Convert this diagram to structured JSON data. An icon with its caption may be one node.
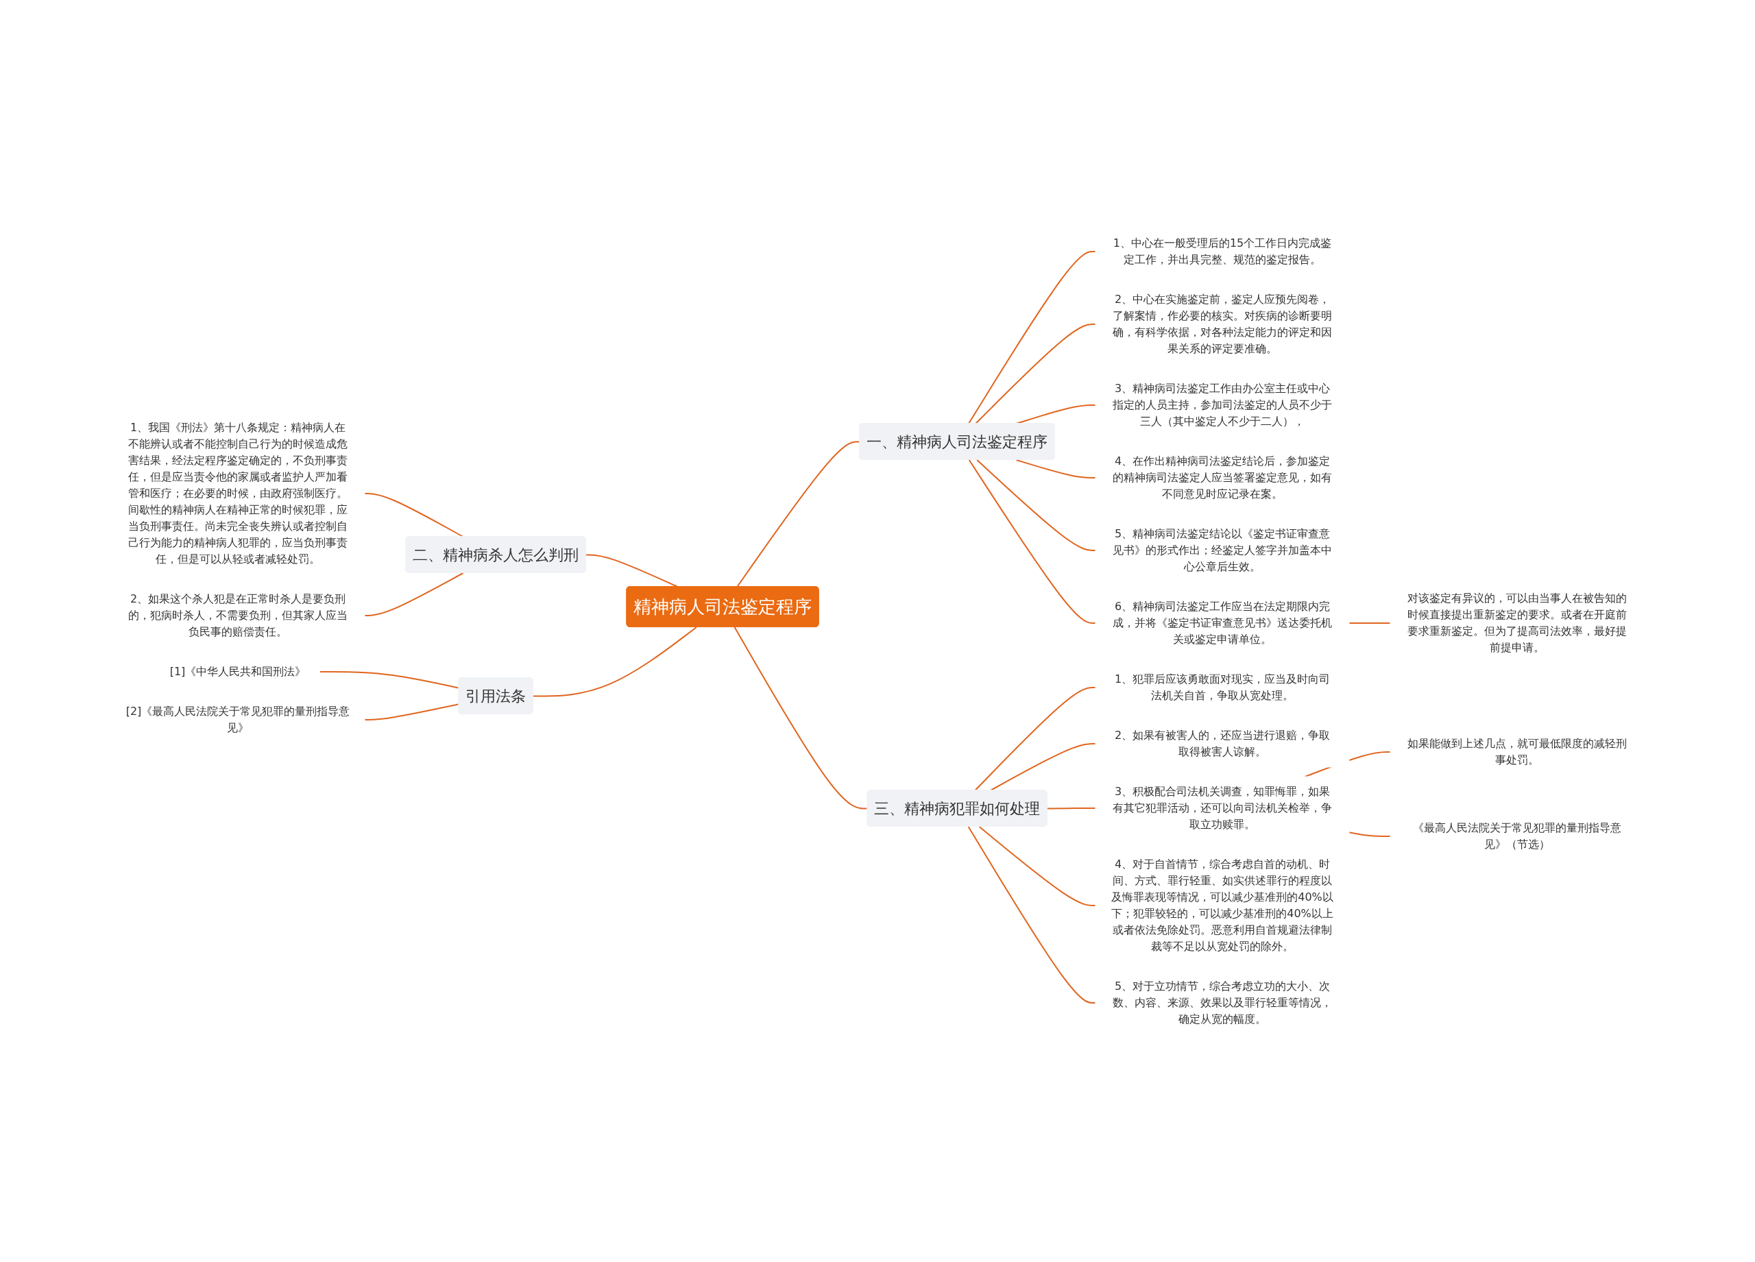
{
  "diagram": {
    "nodes": [
      {
        "text": [
          "精神病人司法鉴定程序"
        ]
      },
      {
        "text": [
          "一、精神病人司法鉴定程序"
        ]
      },
      {
        "text": [
          "1、中心在一般受理后的15个工作日内完成鉴定工作，并出具完整、规范的鉴定报告。"
        ]
      },
      {
        "text": [
          "2、中心在实施鉴定前，鉴定人应预先阅卷，了解案情，作必要的核实。对疾病的诊断要明确，有科学依据，对各种法定能力的评定和因果关系的评定要准确。"
        ]
      },
      {
        "text": [
          "3、精神病司法鉴定工作由办公室主任或中心指定的人员主持，参加司法鉴定的人员不少于三人（其中鉴定人不少于二人），"
        ]
      },
      {
        "text": [
          "4、在作出精神病司法鉴定结论后，参加鉴定的精神病司法鉴定人应当签署鉴定意见，如有不同意见时应记录在案。"
        ]
      },
      {
        "text": [
          "5、精神病司法鉴定结论以《鉴定书证审查意见书》的形式作出；经鉴定人签字并加盖本中心公章后生效。"
        ]
      },
      {
        "text": [
          "6、精神病司法鉴定工作应当在法定期限内完成，并将《鉴定书证审查意见书》送达委托机关或鉴定申请单位。"
        ]
      },
      {
        "text": [
          "对该鉴定有异议的，可以由当事人在被告知的时候直接提出重新鉴定的要求。或者在开庭前要求重新鉴定。但为了提高司法效率，最好提前提申请。"
        ]
      },
      {
        "text": [
          "三、精神病犯罪如何处理"
        ]
      },
      {
        "text": [
          "1、犯罪后应该勇敢面对现实，应当及时向司法机关自首，争取从宽处理。"
        ]
      },
      {
        "text": [
          "2、如果有被害人的，还应当进行退赔，争取取得被害人谅解。"
        ]
      },
      {
        "text": [
          "3、积极配合司法机关调查，知罪悔罪，如果有其它犯罪活动，还可以向司法机关检举，争取立功赎罪。"
        ]
      },
      {
        "text": [
          "4、对于自首情节，综合考虑自首的动机、时间、方式、罪行轻重、如实供述罪行的程度以及悔罪表现等情况，可以减少基准刑的40%以下；犯罪较轻的，可以减少基准刑的40%以上或者依法免除处罚。恶意利用自首规避法律制裁等不足以从宽处罚的除外。"
        ]
      },
      {
        "text": [
          "5、对于立功情节，综合考虑立功的大小、次数、内容、来源、效果以及罪行轻重等情况，确定从宽的幅度。"
        ]
      },
      {
        "text": [
          "如果能做到上述几点，就可最低限度的减轻刑事处罚。"
        ]
      },
      {
        "text": [
          "《最高人民法院关于常见犯罪的量刑指导意见》（节选）"
        ]
      },
      {
        "text": [
          "二、精神病杀人怎么判刑"
        ]
      },
      {
        "text": [
          "1、我国《刑法》第十八条规定：精神病人在不能辨认或者不能控制自己行为的时候造成危害结果，经法定程序鉴定确定的，不负刑事责任，但是应当责令他的家属或者监护人严加看管和医疗；在必要的时候，由政府强制医疗。间歇性的精神病人在精神正常的时候犯罪，应当负刑事责任。尚未完全丧失辨认或者控制自己行为能力的精神病人犯罪的，应当负刑事责任，但是可以从轻或者减轻处罚。"
        ]
      },
      {
        "text": [
          "2、如果这个杀人犯是在正常时杀人是要负刑的，犯病时杀人，不需要负刑，但其家人应当负民事的赔偿责任。"
        ]
      },
      {
        "text": [
          "引用法条"
        ]
      },
      {
        "text": [
          "[1]《中华人民共和国刑法》"
        ]
      },
      {
        "text": [
          "[2]《最高人民法院关于常见犯罪的量刑指导意见》"
        ]
      }
    ],
    "edges": [
      {
        "from": 0,
        "to": 1,
        "arrow": "none"
      },
      {
        "from": 1,
        "to": 2,
        "arrow": "none"
      },
      {
        "from": 1,
        "to": 3,
        "arrow": "none"
      },
      {
        "from": 1,
        "to": 4,
        "arrow": "none"
      },
      {
        "from": 1,
        "to": 5,
        "arrow": "none"
      },
      {
        "from": 1,
        "to": 6,
        "arrow": "none"
      },
      {
        "from": 1,
        "to": 7,
        "arrow": "none"
      },
      {
        "from": 7,
        "to": 8,
        "arrow": "none"
      },
      {
        "from": 0,
        "to": 9,
        "arrow": "none"
      },
      {
        "from": 9,
        "to": 10,
        "arrow": "none"
      },
      {
        "from": 9,
        "to": 11,
        "arrow": "none"
      },
      {
        "from": 9,
        "to": 12,
        "arrow": "none"
      },
      {
        "from": 9,
        "to": 13,
        "arrow": "none"
      },
      {
        "from": 9,
        "to": 14,
        "arrow": "none"
      },
      {
        "from": 12,
        "to": 15,
        "arrow": "none"
      },
      {
        "from": 12,
        "to": 16,
        "arrow": "none"
      },
      {
        "from": 0,
        "to": 17,
        "arrow": "none"
      },
      {
        "from": 17,
        "to": 18,
        "arrow": "none"
      },
      {
        "from": 17,
        "to": 19,
        "arrow": "none"
      },
      {
        "from": 0,
        "to": 20,
        "arrow": "none"
      },
      {
        "from": 20,
        "to": 21,
        "arrow": "none"
      },
      {
        "from": 20,
        "to": 22,
        "arrow": "none"
      }
    ]
  }
}
